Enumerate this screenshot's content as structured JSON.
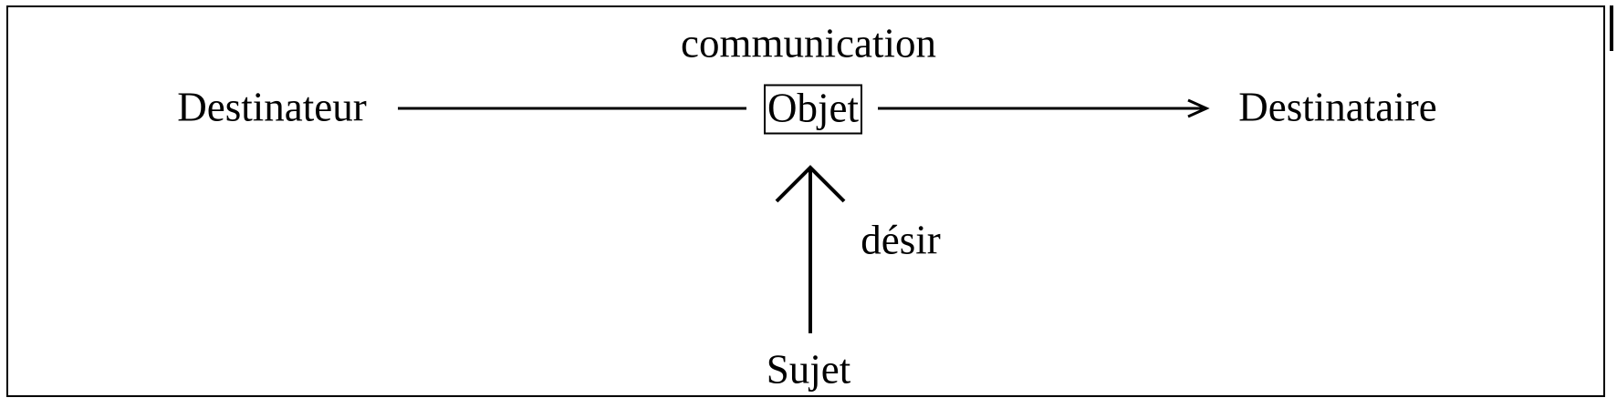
{
  "diagram": {
    "nodes": {
      "destinateur": "Destinateur",
      "objet": "Objet",
      "destinataire": "Destinataire",
      "sujet": "Sujet"
    },
    "edges": {
      "communication": "communication",
      "desir": "désir"
    },
    "colors": {
      "ink": "#000000",
      "background": "#ffffff"
    }
  }
}
